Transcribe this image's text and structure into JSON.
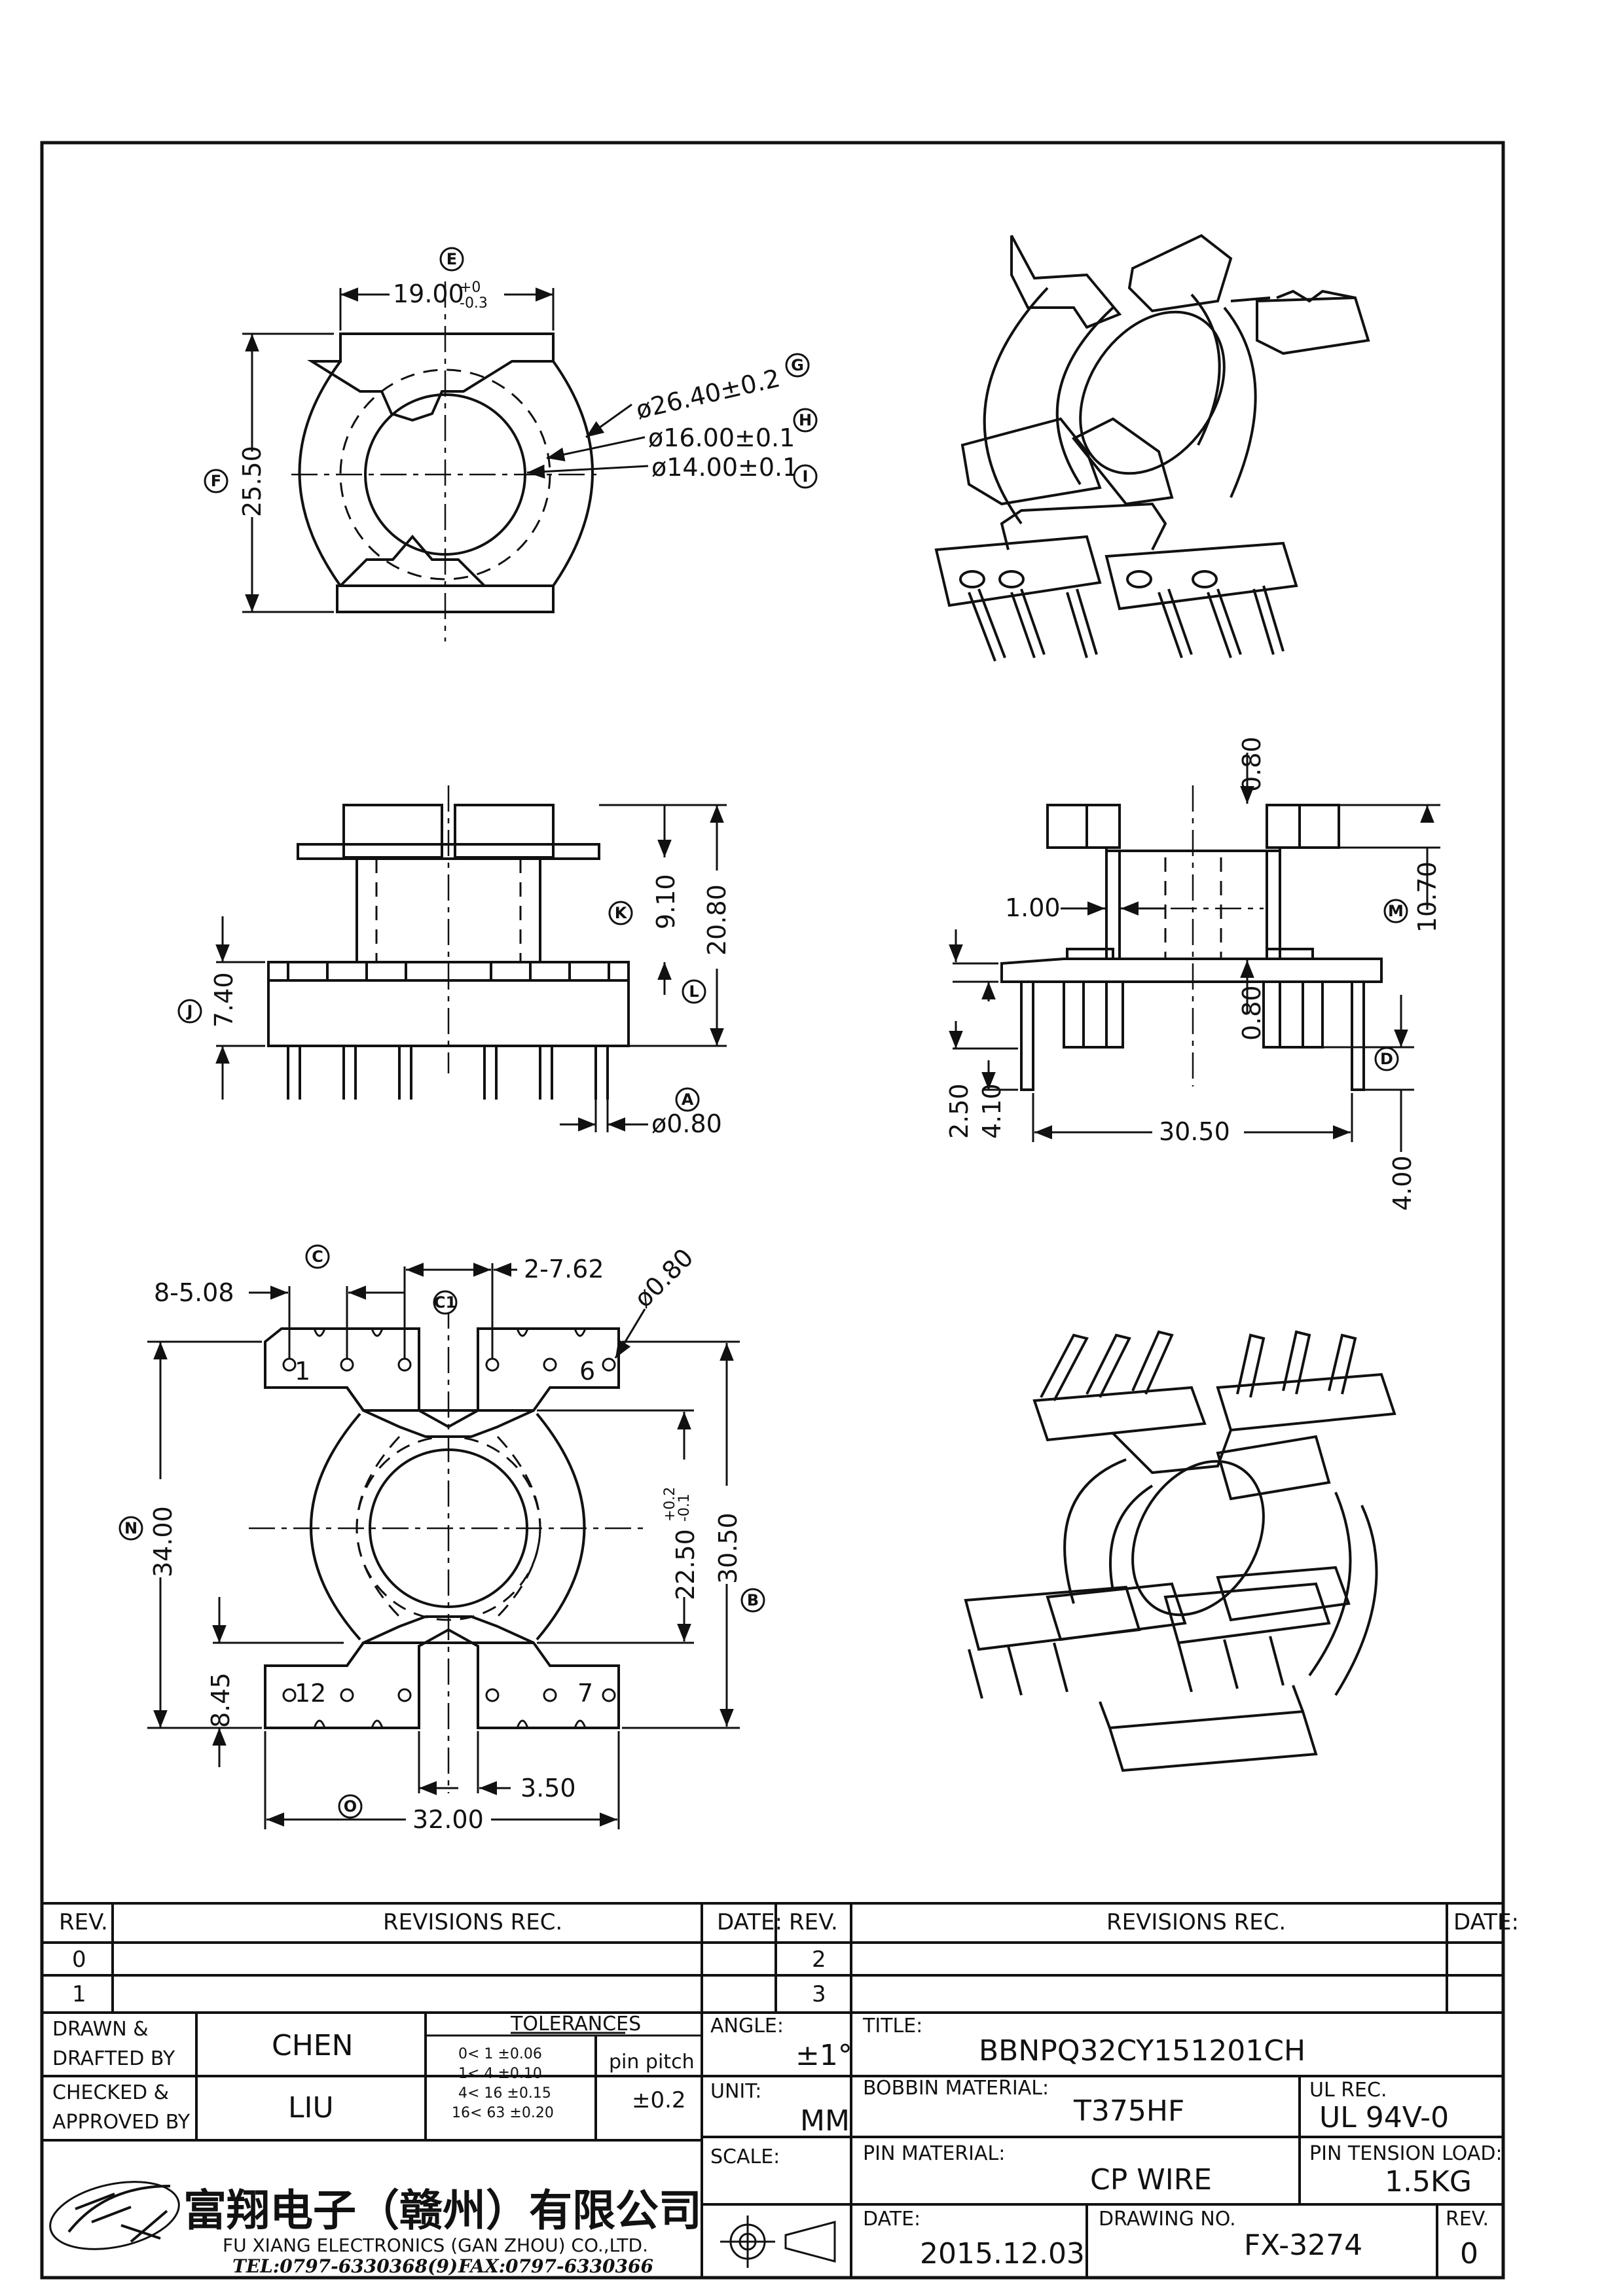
{
  "callouts": {
    "A": "A",
    "B": "B",
    "C": "C",
    "C1": "C1",
    "D": "D",
    "E": "E",
    "F": "F",
    "G": "G",
    "H": "H",
    "I": "I",
    "J": "J",
    "K": "K",
    "L": "L",
    "M": "M",
    "N": "N",
    "O": "O"
  },
  "top_view": {
    "width_main": "19.00",
    "width_tol_upper": "+0",
    "width_tol_lower": "-0.3",
    "height": "25.50",
    "dia_outer": "ø26.40±0.2",
    "dia_mid": "ø16.00±0.1",
    "dia_inner": "ø14.00±0.1"
  },
  "front_view": {
    "h_upper": "9.10",
    "h_total": "20.80",
    "h_base": "7.40",
    "pin_dia": "ø0.80"
  },
  "side_view": {
    "flange_gap": "0.80",
    "wall": "1.00",
    "height": "10.70",
    "lower_gap": "0.80",
    "pin_a": "2.50",
    "pin_b": "4.10",
    "span": "30.50",
    "pin_len": "4.00"
  },
  "bottom_view": {
    "pitch": "8-5.08",
    "pitch2": "2-7.62",
    "pin_hole": "ø0.80",
    "height": "34.00",
    "inner_main": "22.50",
    "inner_tol_upper": "+0.2",
    "inner_tol_lower": "-0.1",
    "outer": "30.50",
    "offset": "8.45",
    "gap": "3.50",
    "width": "32.00",
    "pin_1": "1",
    "pin_6": "6",
    "pin_7": "7",
    "pin_12": "12"
  },
  "title_block": {
    "rev_header": "REV.",
    "revisions_header": "REVISIONS   REC.",
    "date_header": "DATE:",
    "rev_0": "0",
    "rev_1": "1",
    "rev_2": "2",
    "rev_3": "3",
    "drawn_label_1": "DRAWN &",
    "drawn_label_2": "DRAFTED BY",
    "drawn_value": "CHEN",
    "checked_label_1": "CHECKED &",
    "checked_label_2": "APPROVED BY",
    "checked_value": "LIU",
    "tolerances_label": "TOLERANCES",
    "tol_rows": [
      "0<   1   ±0.06",
      "1<   4   ±0.10",
      "4<  16  ±0.15",
      "16<  63  ±0.20"
    ],
    "pin_pitch_label": "pin pitch",
    "pin_pitch_value": "±0.2",
    "angle_label": "ANGLE:",
    "angle_value": "±1°",
    "unit_label": "UNIT:",
    "unit_value": "MM",
    "scale_label": "SCALE:",
    "title_label": "TITLE:",
    "title_value": "BBNPQ32CY151201CH",
    "bobbin_label": "BOBBIN MATERIAL:",
    "bobbin_value": "T375HF",
    "ul_label": "UL REC.",
    "ul_value": "UL 94V-0",
    "pin_mat_label": "PIN MATERIAL:",
    "pin_mat_value": "CP WIRE",
    "pin_tension_label": "PIN TENSION LOAD:",
    "pin_tension_value": "1.5KG",
    "date_label": "DATE:",
    "date_value": "2015.12.03",
    "drawing_no_label": "DRAWING NO.",
    "drawing_no_value": "FX-3274",
    "rev_label": "REV.",
    "rev_value": "0",
    "company_cn": "富翔电子（赣州）有限公司",
    "company_en": "FU XIANG ELECTRONICS (GAN ZHOU) CO.,LTD.",
    "tel": "TEL:0797-6330368(9)",
    "fax": "FAX:0797-6330366"
  }
}
